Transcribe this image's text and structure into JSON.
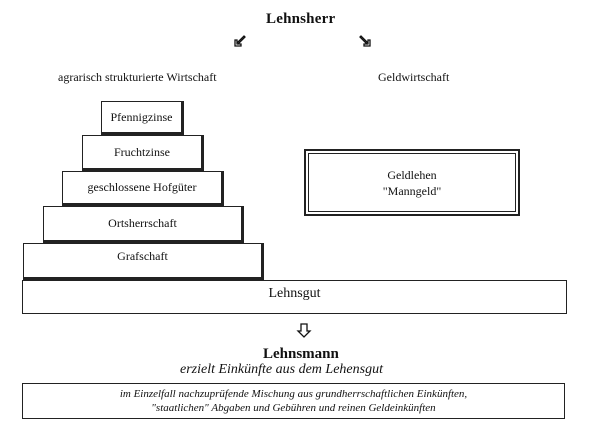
{
  "lord": "Lehnsherr",
  "left_branch": "agrarisch strukturierte Wirtschaft",
  "right_branch": "Geldwirtschaft",
  "pyramid": [
    "Pfennigzinse",
    "Fruchtzinse",
    "geschlossene Hofgüter",
    "Ortsherrschaft",
    "Grafschaft"
  ],
  "money_fief": {
    "line1": "Geldlehen",
    "line2": "\"Manngeld\""
  },
  "fief": "Lehnsgut",
  "vassal": "Lehnsmann",
  "earns": "erzielt Einkünfte aus dem Lehensgut",
  "mixture": {
    "line1": "im Einzelfall nachzuprüfende Mischung aus grundherrschaftlichen Einkünften,",
    "line2": "\"staatlichen\" Abgaben und Gebühren und reinen Geldeinkünften"
  },
  "icons": {
    "left_arrow": "hollow-arrow-down-left",
    "right_arrow": "hollow-arrow-down-right",
    "down_arrow": "hollow-arrow-down"
  }
}
